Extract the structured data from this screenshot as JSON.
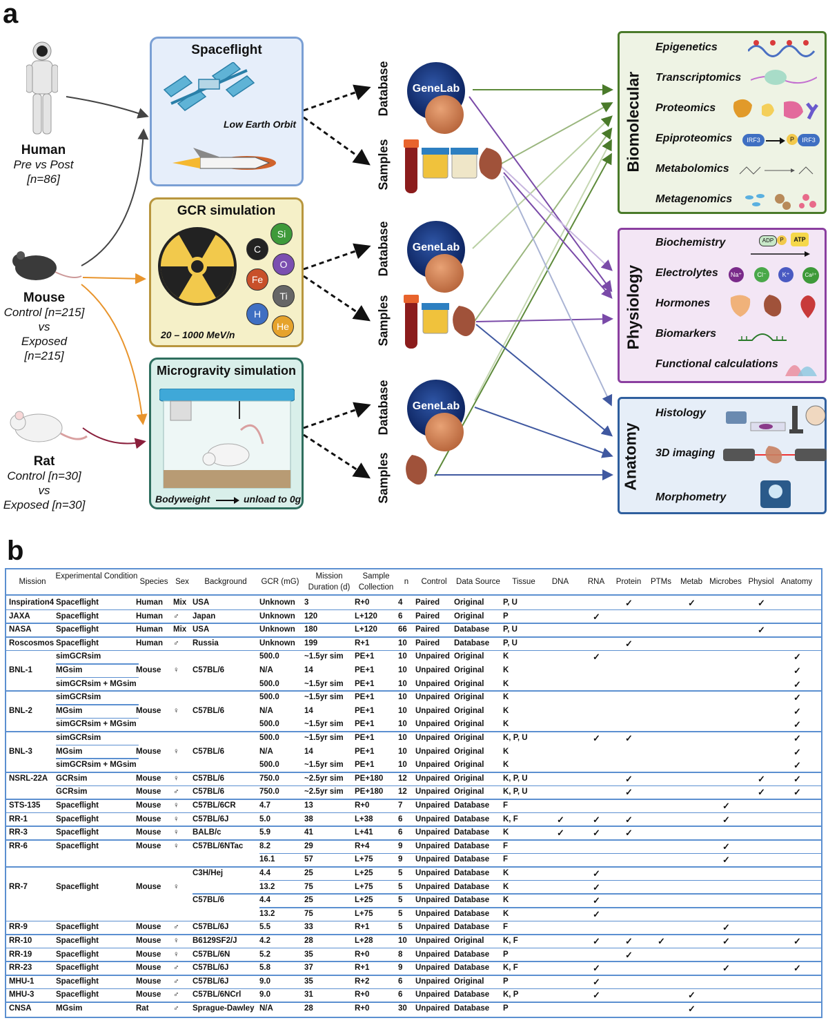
{
  "panel_a": {
    "label": "a",
    "subjects": [
      {
        "name": "Human",
        "line1": "Pre vs Post",
        "line2": "[n=86]"
      },
      {
        "name": "Mouse",
        "line1": "Control [n=215]",
        "line2": "vs",
        "line3": "Exposed [n=215]"
      },
      {
        "name": "Rat",
        "line1": "Control [n=30]",
        "line2": "vs",
        "line3": "Exposed [n=30]"
      }
    ],
    "conditions": {
      "spaceflight": {
        "title": "Spaceflight",
        "caption": "Low Earth Orbit"
      },
      "gcr": {
        "title": "GCR simulation",
        "caption": "20 – 1000 MeV/n",
        "atoms": [
          "Si",
          "C",
          "O",
          "Fe",
          "Ti",
          "H",
          "He"
        ]
      },
      "micro": {
        "title": "Microgravity simulation",
        "caption_left": "Bodyweight",
        "caption_right": "unload to 0g"
      }
    },
    "source_labels": {
      "database": "Database",
      "samples": "Samples",
      "genelab": "GeneLab"
    },
    "categories": {
      "biomolecular": {
        "title": "Biomolecular",
        "items": [
          "Epigenetics",
          "Transcriptomics",
          "Proteomics",
          "Epiproteomics",
          "Metabolomics",
          "Metagenomics"
        ],
        "irf3": "IRF3",
        "p": "P"
      },
      "physiology": {
        "title": "Physiology",
        "items": [
          "Biochemistry",
          "Electrolytes",
          "Hormones",
          "Biomarkers",
          "Functional calculations"
        ],
        "ions": [
          "Na⁺",
          "Cl⁻",
          "K⁺",
          "Ca²⁺"
        ],
        "adp": "ADP",
        "atp": "ATP",
        "p": "P"
      },
      "anatomy": {
        "title": "Anatomy",
        "items": [
          "Histology",
          "3D imaging",
          "Morphometry"
        ]
      }
    },
    "colors": {
      "spaceflight": "#7a9fd4",
      "gcr": "#b8963e",
      "micro": "#2e6e5e",
      "biomolecular": "#4a7a2a",
      "physiology": "#8b3fa0",
      "anatomy": "#2f5f9e",
      "human_arrow": "#444444",
      "mouse_arrow": "#e8942c",
      "rat_arrow": "#8a1f3c"
    }
  },
  "panel_b": {
    "label": "b",
    "headers": [
      "Mission",
      "Experimental Condition",
      "Species",
      "Sex",
      "Background",
      "GCR (mG)",
      "Mission Duration (d)",
      "Sample Collection",
      "n",
      "Control",
      "Data Source",
      "Tissue",
      "DNA",
      "RNA",
      "Protein",
      "PTMs",
      "Metab",
      "Microbes",
      "Physiol",
      "Anatomy"
    ],
    "check": "✓",
    "rows": [
      [
        "Inspiration4",
        "Spaceflight",
        "Human",
        "Mix",
        "USA",
        "Unknown",
        "3",
        "R+0",
        "4",
        "Paired",
        "Original",
        "P, U",
        "",
        "",
        "✓",
        "",
        "✓",
        "",
        "✓",
        ""
      ],
      [
        "JAXA",
        "Spaceflight",
        "Human",
        "♂",
        "Japan",
        "Unknown",
        "120",
        "L+120",
        "6",
        "Paired",
        "Original",
        "P",
        "",
        "✓",
        "",
        "",
        "",
        "",
        "",
        ""
      ],
      [
        "NASA",
        "Spaceflight",
        "Human",
        "Mix",
        "USA",
        "Unknown",
        "180",
        "L+120",
        "66",
        "Paired",
        "Database",
        "P, U",
        "",
        "",
        "",
        "",
        "",
        "",
        "✓",
        ""
      ],
      [
        "Roscosmos",
        "Spaceflight",
        "Human",
        "♂",
        "Russia",
        "Unknown",
        "199",
        "R+1",
        "10",
        "Paired",
        "Database",
        "P, U",
        "",
        "",
        "✓",
        "",
        "",
        "",
        "",
        ""
      ],
      [
        "",
        "simGCRsim",
        "",
        "",
        "",
        "500.0",
        "~1.5yr sim",
        "PE+1",
        "10",
        "Unpaired",
        "Original",
        "K",
        "",
        "✓",
        "",
        "",
        "",
        "",
        "",
        "✓"
      ],
      [
        "BNL-1",
        "MGsim",
        "Mouse",
        "♀",
        "C57BL/6",
        "N/A",
        "14",
        "PE+1",
        "10",
        "Unpaired",
        "Original",
        "K",
        "",
        "",
        "",
        "",
        "",
        "",
        "",
        "✓"
      ],
      [
        "",
        "simGCRsim + MGsim",
        "",
        "",
        "",
        "500.0",
        "~1.5yr sim",
        "PE+1",
        "10",
        "Unpaired",
        "Original",
        "K",
        "",
        "",
        "",
        "",
        "",
        "",
        "",
        "✓"
      ],
      [
        "",
        "simGCRsim",
        "",
        "",
        "",
        "500.0",
        "~1.5yr sim",
        "PE+1",
        "10",
        "Unpaired",
        "Original",
        "K",
        "",
        "",
        "",
        "",
        "",
        "",
        "",
        "✓"
      ],
      [
        "BNL-2",
        "MGsim",
        "Mouse",
        "♀",
        "C57BL/6",
        "N/A",
        "14",
        "PE+1",
        "10",
        "Unpaired",
        "Original",
        "K",
        "",
        "",
        "",
        "",
        "",
        "",
        "",
        "✓"
      ],
      [
        "",
        "simGCRsim + MGsim",
        "",
        "",
        "",
        "500.0",
        "~1.5yr sim",
        "PE+1",
        "10",
        "Unpaired",
        "Original",
        "K",
        "",
        "",
        "",
        "",
        "",
        "",
        "",
        "✓"
      ],
      [
        "",
        "simGCRsim",
        "",
        "",
        "",
        "500.0",
        "~1.5yr sim",
        "PE+1",
        "10",
        "Unpaired",
        "Original",
        "K, P, U",
        "",
        "✓",
        "✓",
        "",
        "",
        "",
        "",
        "✓"
      ],
      [
        "BNL-3",
        "MGsim",
        "Mouse",
        "♀",
        "C57BL/6",
        "N/A",
        "14",
        "PE+1",
        "10",
        "Unpaired",
        "Original",
        "K",
        "",
        "",
        "",
        "",
        "",
        "",
        "",
        "✓"
      ],
      [
        "",
        "simGCRsim + MGsim",
        "",
        "",
        "",
        "500.0",
        "~1.5yr sim",
        "PE+1",
        "10",
        "Unpaired",
        "Original",
        "K",
        "",
        "",
        "",
        "",
        "",
        "",
        "",
        "✓"
      ],
      [
        "NSRL-22A",
        "GCRsim",
        "Mouse",
        "♀",
        "C57BL/6",
        "750.0",
        "~2.5yr sim",
        "PE+180",
        "12",
        "Unpaired",
        "Original",
        "K, P, U",
        "",
        "",
        "✓",
        "",
        "",
        "",
        "✓",
        "✓"
      ],
      [
        "",
        "GCRsim",
        "Mouse",
        "♂",
        "C57BL/6",
        "750.0",
        "~2.5yr sim",
        "PE+180",
        "12",
        "Unpaired",
        "Original",
        "K, P, U",
        "",
        "",
        "✓",
        "",
        "",
        "",
        "✓",
        "✓"
      ],
      [
        "STS-135",
        "Spaceflight",
        "Mouse",
        "♀",
        "C57BL/6CR",
        "4.7",
        "13",
        "R+0",
        "7",
        "Unpaired",
        "Database",
        "F",
        "",
        "",
        "",
        "",
        "",
        "✓",
        "",
        ""
      ],
      [
        "RR-1",
        "Spaceflight",
        "Mouse",
        "♀",
        "C57BL/6J",
        "5.0",
        "38",
        "L+38",
        "6",
        "Unpaired",
        "Database",
        "K, F",
        "✓",
        "✓",
        "✓",
        "",
        "",
        "✓",
        "",
        ""
      ],
      [
        "RR-3",
        "Spaceflight",
        "Mouse",
        "♀",
        "BALB/c",
        "5.9",
        "41",
        "L+41",
        "6",
        "Unpaired",
        "Database",
        "K",
        "✓",
        "✓",
        "✓",
        "",
        "",
        "",
        "",
        ""
      ],
      [
        "RR-6",
        "Spaceflight",
        "Mouse",
        "♀",
        "C57BL/6NTac",
        "8.2",
        "29",
        "R+4",
        "9",
        "Unpaired",
        "Database",
        "F",
        "",
        "",
        "",
        "",
        "",
        "✓",
        "",
        ""
      ],
      [
        "",
        "",
        "",
        "",
        "",
        "16.1",
        "57",
        "L+75",
        "9",
        "Unpaired",
        "Database",
        "F",
        "",
        "",
        "",
        "",
        "",
        "✓",
        "",
        ""
      ],
      [
        "",
        "",
        "",
        "",
        "C3H/Hej",
        "4.4",
        "25",
        "L+25",
        "5",
        "Unpaired",
        "Database",
        "K",
        "",
        "✓",
        "",
        "",
        "",
        "",
        "",
        ""
      ],
      [
        "RR-7",
        "Spaceflight",
        "Mouse",
        "♀",
        "",
        "13.2",
        "75",
        "L+75",
        "5",
        "Unpaired",
        "Database",
        "K",
        "",
        "✓",
        "",
        "",
        "",
        "",
        "",
        ""
      ],
      [
        "",
        "",
        "",
        "",
        "C57BL/6",
        "4.4",
        "25",
        "L+25",
        "5",
        "Unpaired",
        "Database",
        "K",
        "",
        "✓",
        "",
        "",
        "",
        "",
        "",
        ""
      ],
      [
        "",
        "",
        "",
        "",
        "",
        "13.2",
        "75",
        "L+75",
        "5",
        "Unpaired",
        "Database",
        "K",
        "",
        "✓",
        "",
        "",
        "",
        "",
        "",
        ""
      ],
      [
        "RR-9",
        "Spaceflight",
        "Mouse",
        "♂",
        "C57BL/6J",
        "5.5",
        "33",
        "R+1",
        "5",
        "Unpaired",
        "Database",
        "F",
        "",
        "",
        "",
        "",
        "",
        "✓",
        "",
        ""
      ],
      [
        "RR-10",
        "Spaceflight",
        "Mouse",
        "♀",
        "B6129SF2/J",
        "4.2",
        "28",
        "L+28",
        "10",
        "Unpaired",
        "Original",
        "K, F",
        "",
        "✓",
        "✓",
        "✓",
        "",
        "✓",
        "",
        "✓"
      ],
      [
        "RR-19",
        "Spaceflight",
        "Mouse",
        "♀",
        "C57BL/6N",
        "5.2",
        "35",
        "R+0",
        "8",
        "Unpaired",
        "Database",
        "P",
        "",
        "",
        "✓",
        "",
        "",
        "",
        "",
        ""
      ],
      [
        "RR-23",
        "Spaceflight",
        "Mouse",
        "♂",
        "C57BL/6J",
        "5.8",
        "37",
        "R+1",
        "9",
        "Unpaired",
        "Database",
        "K, F",
        "",
        "✓",
        "",
        "",
        "",
        "✓",
        "",
        "✓"
      ],
      [
        "MHU-1",
        "Spaceflight",
        "Mouse",
        "♂",
        "C57BL/6J",
        "9.0",
        "35",
        "R+2",
        "6",
        "Unpaired",
        "Original",
        "P",
        "",
        "✓",
        "",
        "",
        "",
        "",
        "",
        ""
      ],
      [
        "MHU-3",
        "Spaceflight",
        "Mouse",
        "♂",
        "C57BL/6NCrl",
        "9.0",
        "31",
        "R+0",
        "6",
        "Unpaired",
        "Database",
        "K, P",
        "",
        "✓",
        "",
        "",
        "✓",
        "",
        "",
        ""
      ],
      [
        "CNSA",
        "MGsim",
        "Rat",
        "♂",
        "Sprague-Dawley",
        "N/A",
        "28",
        "R+0",
        "30",
        "Unpaired",
        "Database",
        "P",
        "",
        "",
        "",
        "",
        "✓",
        "",
        "",
        ""
      ]
    ]
  }
}
